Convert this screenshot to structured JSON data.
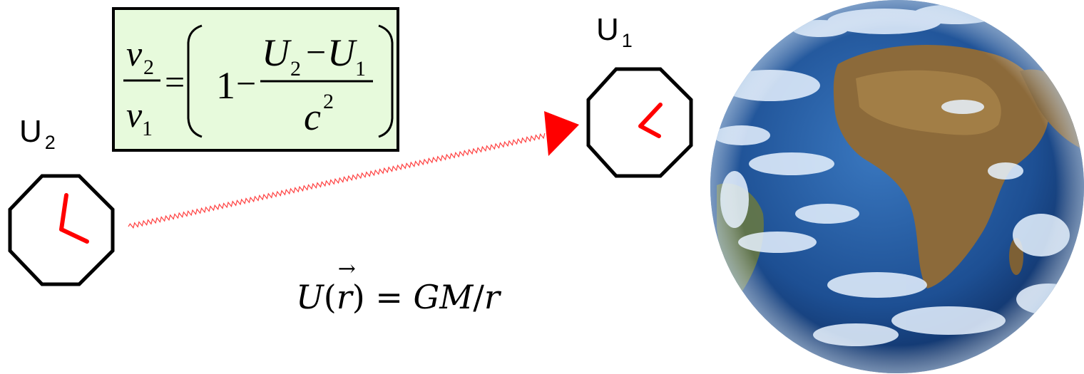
{
  "clock_top": {
    "label": "U",
    "subscript": "1"
  },
  "clock_left": {
    "label": "U",
    "subscript": "2"
  },
  "formula_box": {
    "lhs_num": "v",
    "lhs_num_sub": "2",
    "lhs_den": "v",
    "lhs_den_sub": "1",
    "equals": "=",
    "one": "1",
    "minus": "−",
    "num_a": "U",
    "num_a_sub": "2",
    "num_b": "U",
    "num_b_sub": "1",
    "den": "c",
    "den_sup": "2",
    "background": "#e7fadc"
  },
  "potential": {
    "U": "U",
    "open": "(",
    "r": "r",
    "arrow": "⃗",
    "close": ")",
    "equals": "=",
    "GM": "GM",
    "slash": "/",
    "r2": "r"
  },
  "colors": {
    "hand": "#ff0000",
    "signal": "#ff0000",
    "outline": "#000000"
  }
}
